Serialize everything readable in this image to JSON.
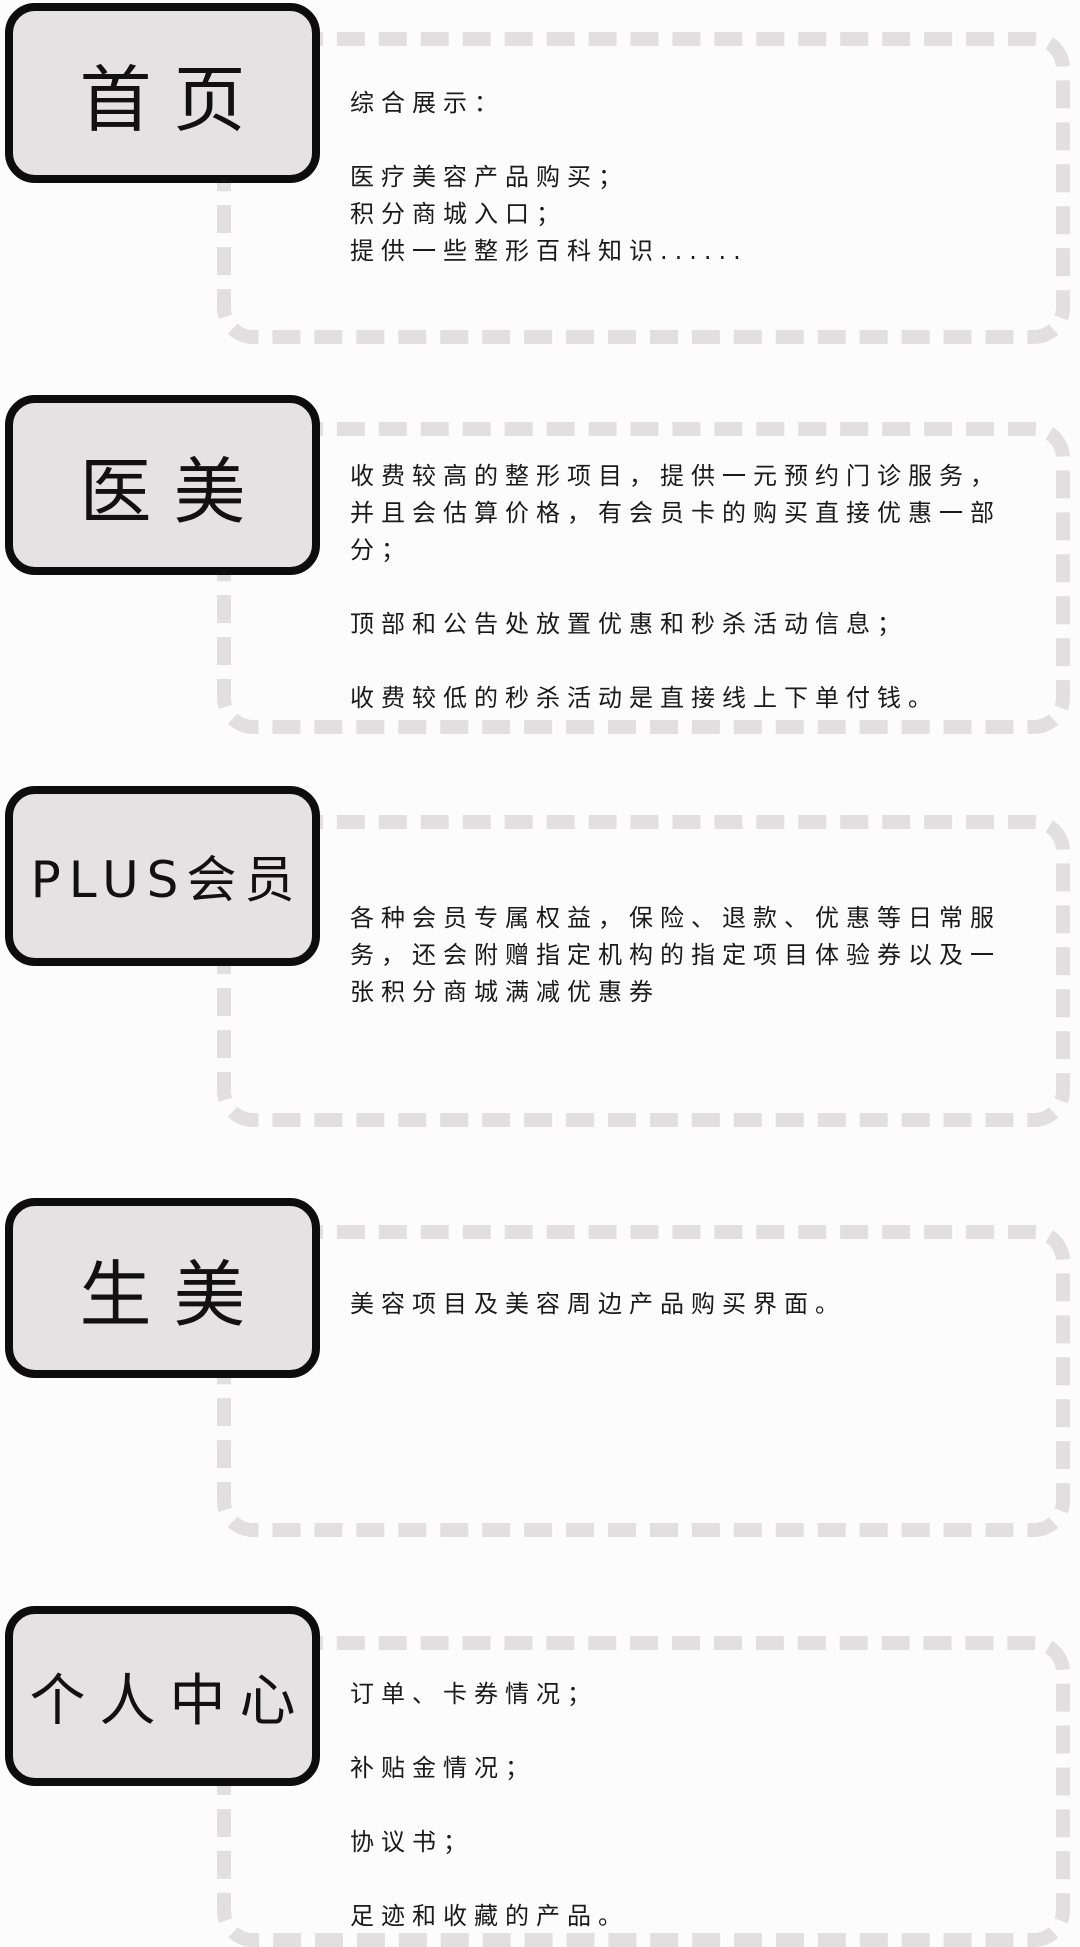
{
  "sections": [
    {
      "title": "首页",
      "lines": [
        "综合展示：",
        "",
        "医疗美容产品购买；",
        "积分商城入口；",
        "提供一些整形百科知识......"
      ]
    },
    {
      "title": "医美",
      "lines": [
        "收费较高的整形项目，提供一元预约门诊服务，",
        "并且会估算价格，有会员卡的购买直接优惠一部",
        "分；",
        "",
        "顶部和公告处放置优惠和秒杀活动信息；",
        "",
        "收费较低的秒杀活动是直接线上下单付钱。"
      ]
    },
    {
      "title": "PLUS会员",
      "lines": [
        "各种会员专属权益，保险、退款、优惠等日常服",
        "务，还会附赠指定机构的指定项目体验券以及一",
        "张积分商城满减优惠券"
      ]
    },
    {
      "title": "生美",
      "lines": [
        "美容项目及美容周边产品购买界面。"
      ]
    },
    {
      "title": "个人中心",
      "lines": [
        "订单、卡券情况；",
        "",
        "补贴金情况；",
        "",
        "协议书；",
        "",
        "足迹和收藏的产品。"
      ]
    }
  ]
}
